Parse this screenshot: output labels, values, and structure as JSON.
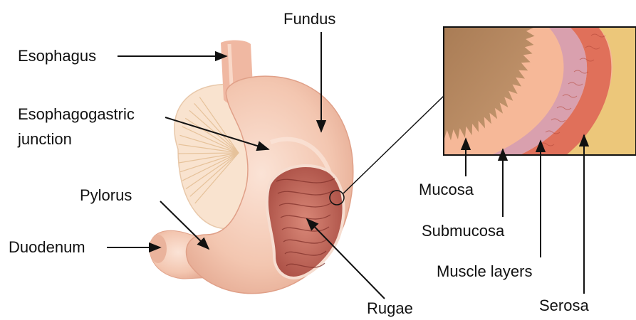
{
  "labels": {
    "esophagus": "Esophagus",
    "fundus": "Fundus",
    "eg_junction_line1": "Esophagogastric",
    "eg_junction_line2": "junction",
    "pylorus": "Pylorus",
    "duodenum": "Duodenum",
    "rugae": "Rugae",
    "mucosa": "Mucosa",
    "submucosa": "Submucosa",
    "muscle_layers": "Muscle layers",
    "serosa": "Serosa"
  },
  "colors": {
    "stomach_outer": "#f3c6b0",
    "stomach_shade": "#e8a48c",
    "rugae_interior": "#c8685a",
    "mucosa": "#f6b898",
    "mucosa_inner": "#b98a62",
    "submucosa": "#d9a0ae",
    "muscle": "#e0705a",
    "serosa": "#ecc77a",
    "line": "#111111"
  }
}
